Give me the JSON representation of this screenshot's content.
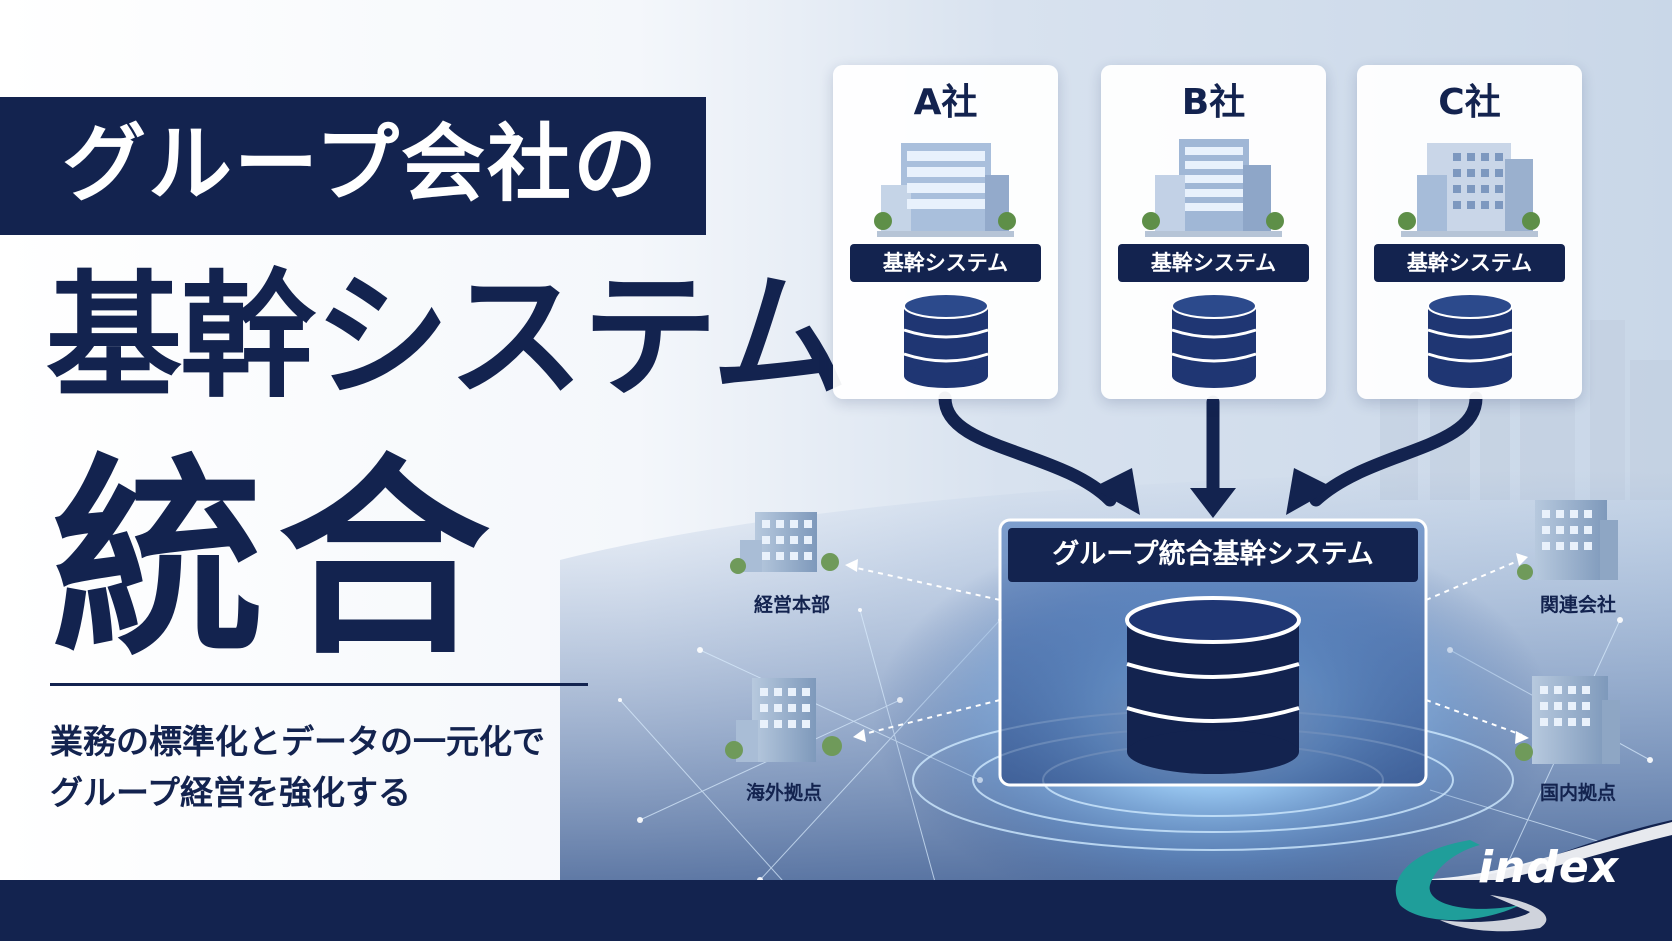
{
  "heading": {
    "line1": "グループ会社の",
    "line2": "基幹システム",
    "line3": "統合"
  },
  "tagline": {
    "line1": "業務の標準化とデータの一元化で",
    "line2": "グループ経営を強化する"
  },
  "companies": [
    {
      "name": "A社",
      "system": "基幹システム"
    },
    {
      "name": "B社",
      "system": "基幹システム"
    },
    {
      "name": "C社",
      "system": "基幹システム"
    }
  ],
  "hub": {
    "label": "グループ統合基幹システム"
  },
  "nodes": {
    "hq": "経営本部",
    "overseas": "海外拠点",
    "affiliates": "関連会社",
    "domestic": "国内拠点"
  },
  "logo": {
    "text": "index"
  },
  "colors": {
    "navy": "#13234f",
    "accent": "#1f9e9a",
    "glow": "#8fd0ff"
  }
}
